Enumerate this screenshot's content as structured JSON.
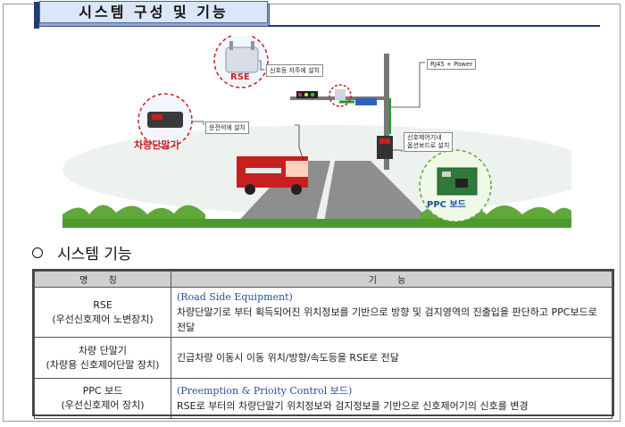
{
  "header": {
    "title": "시스템 구성 및 기능"
  },
  "diagram": {
    "labels": {
      "signal_pole": "신호등 지주에 설치",
      "rj45": "RJ45 + Power",
      "driver_seat": "운전석에 설치",
      "controller": "신호제어기내\n옵션보드로 설치",
      "rse": "RSE",
      "vehicle_terminal": "차량단말기",
      "ppc": "PPC 보드"
    }
  },
  "section": {
    "title": "시스템 기능"
  },
  "table": {
    "headers": [
      "명 칭",
      "기 능"
    ],
    "rows": [
      {
        "name": "RSE",
        "name_sub": "(우선신호제어 노변장치)",
        "english": "(Road Side Equipment)",
        "desc": "차량단말기로 부터 획득되어진 위치정보를 기반으로 방향 및 검지영역의 진출입을 판단하고 PPC보드로 전달"
      },
      {
        "name": "차량 단말기",
        "name_sub": "(차량용 신호제어단말 장치)",
        "english": "",
        "desc": "긴급차량 이동시 이동 위치/방향/속도등을 RSE로 전달"
      },
      {
        "name": "PPC 보드",
        "name_sub": "(우선신호제어 장치)",
        "english": "(Preemption & Prioity Control 보드)",
        "desc": "RSE로 부터의 차량단말기 위치정보와 검지정보를 기반으로 신호제어기의 신호를 변경"
      }
    ]
  }
}
